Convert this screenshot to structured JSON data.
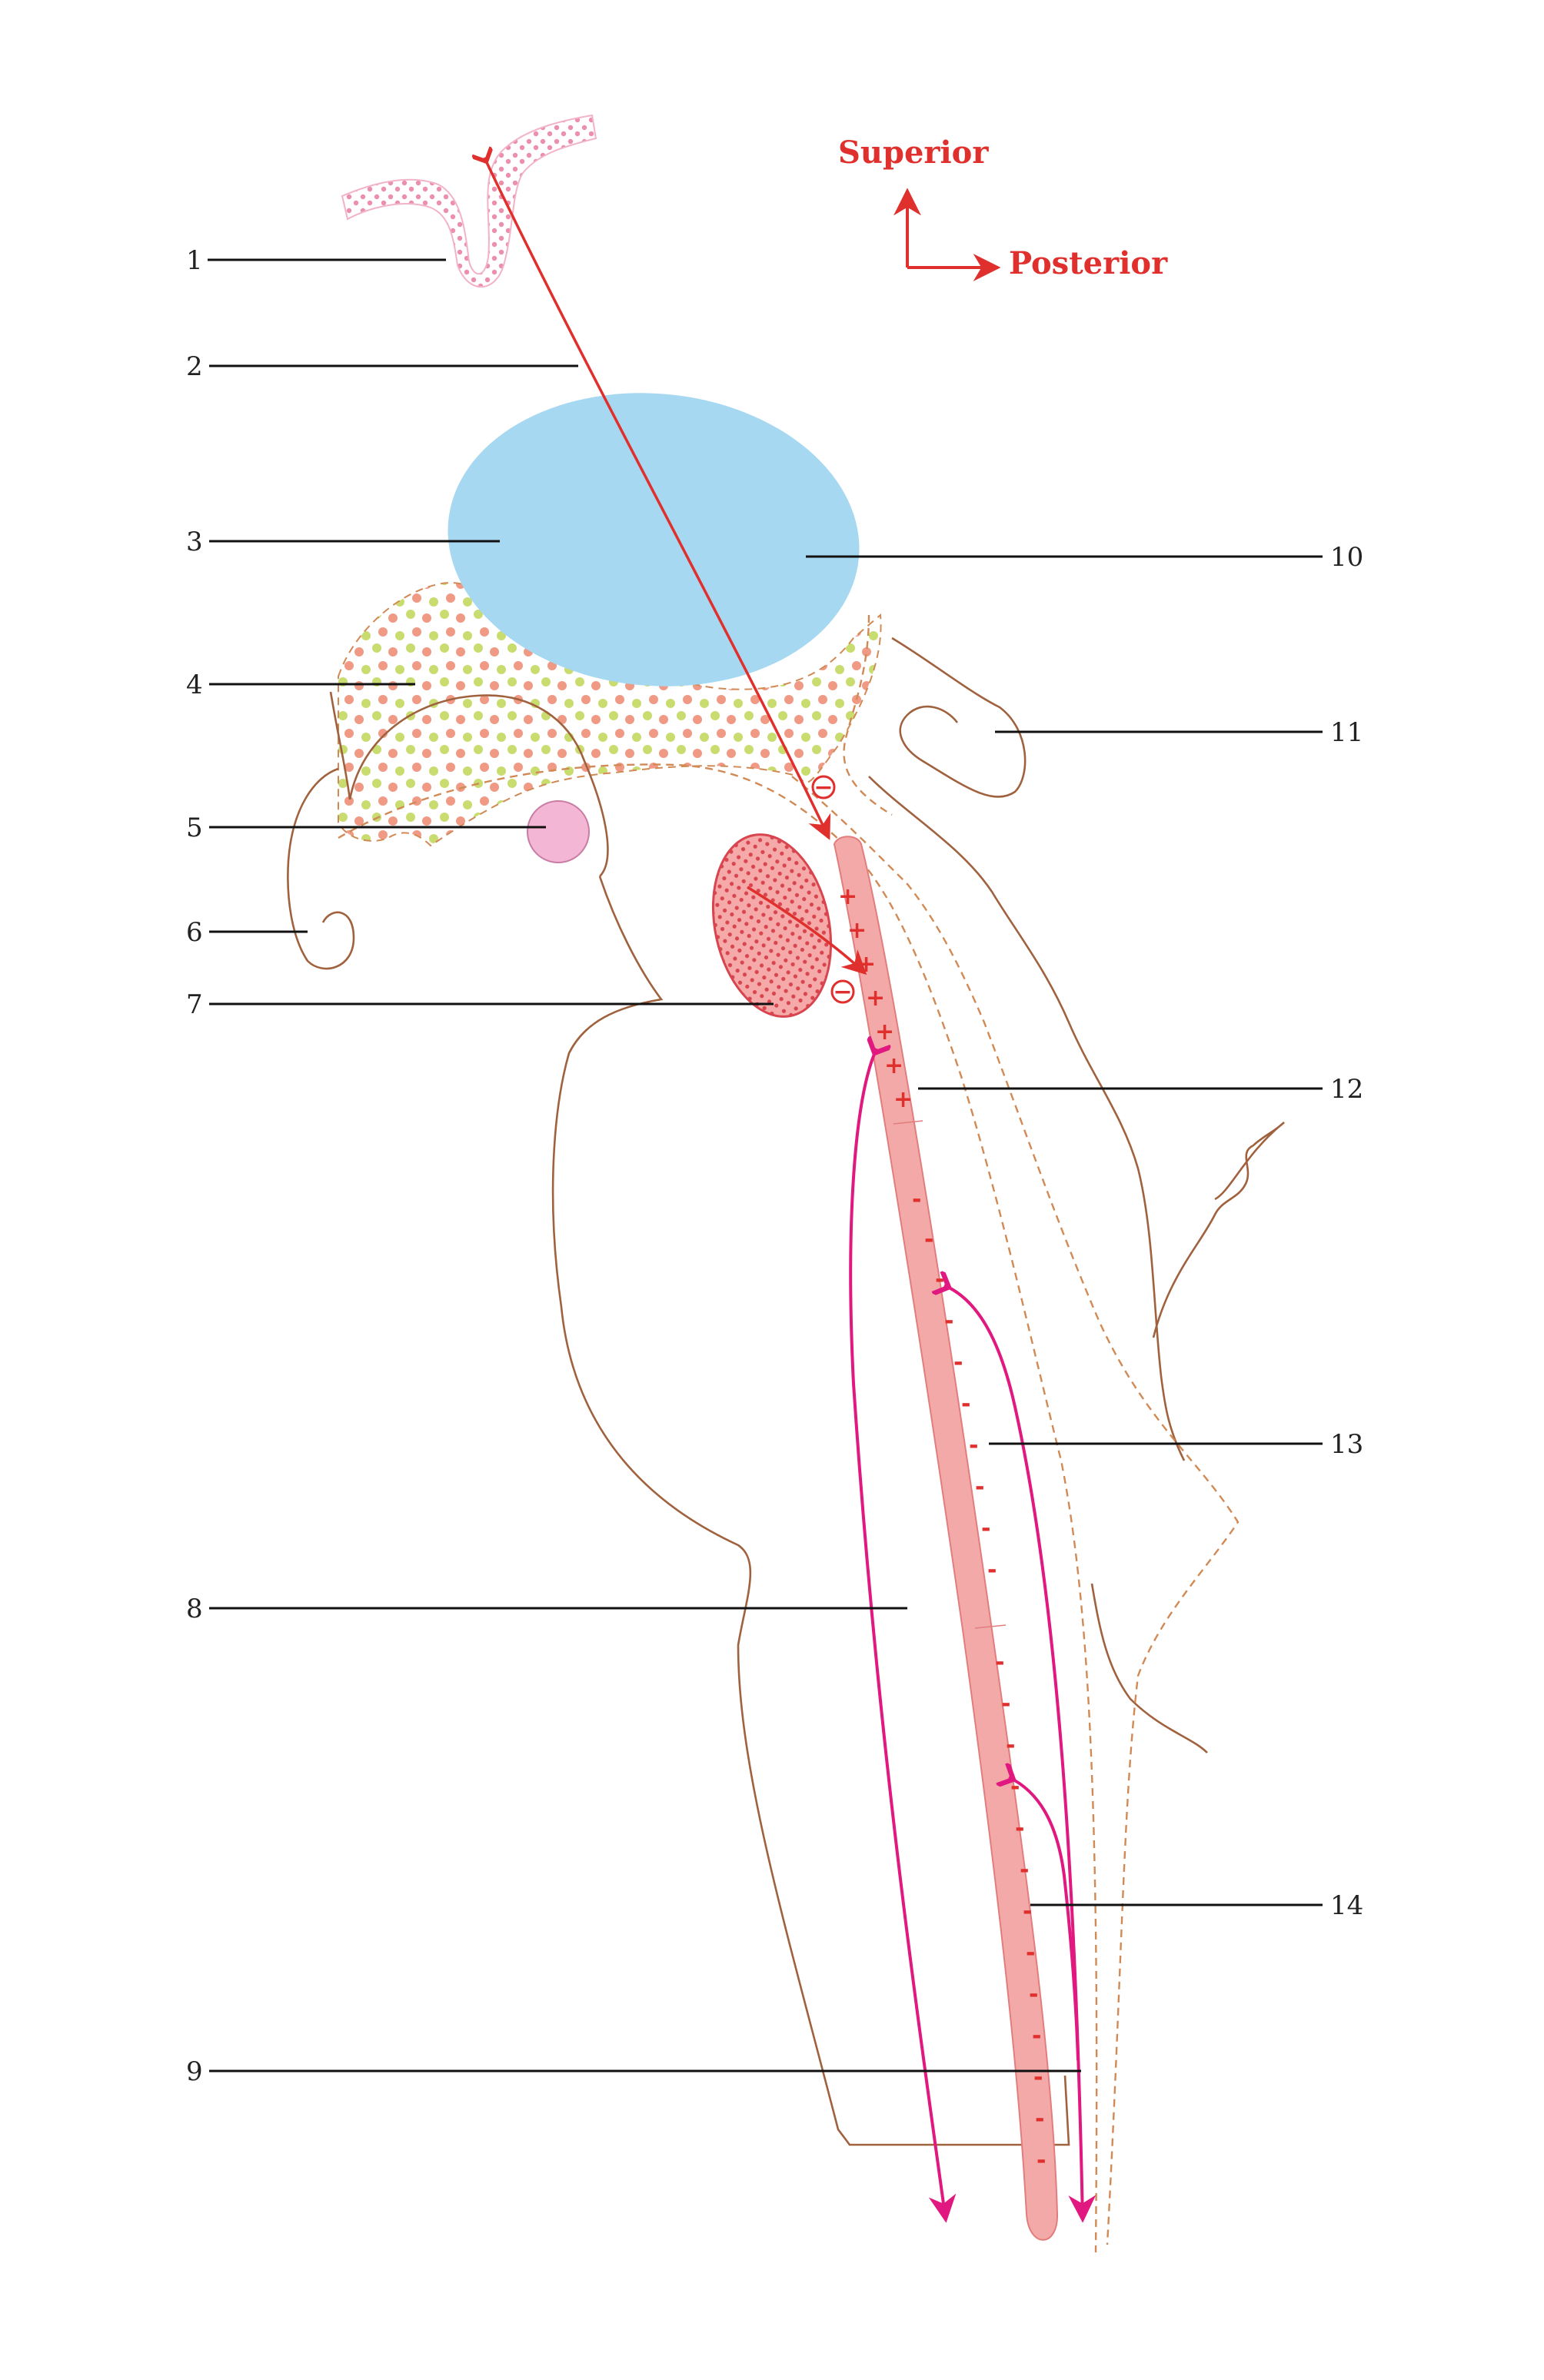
{
  "orientation": {
    "up_label": "Superior",
    "right_label": "Posterior",
    "color": "#e0302d"
  },
  "labels_left": [
    "1",
    "2",
    "3",
    "4",
    "5",
    "6",
    "7",
    "8",
    "9"
  ],
  "labels_right": [
    "10",
    "11",
    "12",
    "13",
    "14"
  ],
  "signs": {
    "plus": "+",
    "minus": "-",
    "circled_minus": "−"
  },
  "colors": {
    "signal_arrow": "#e0302d",
    "efferent_arrow": "#e0187f",
    "cord_fill": "#f4a9a9",
    "ellipse_fill": "#a6d8f2",
    "nucleus_fill": "#f08f8f",
    "outline": "#a0623e",
    "dots_green": "#c8dc70",
    "dots_salmon": "#f09a86",
    "pink_circle": "#f3b6d5"
  }
}
